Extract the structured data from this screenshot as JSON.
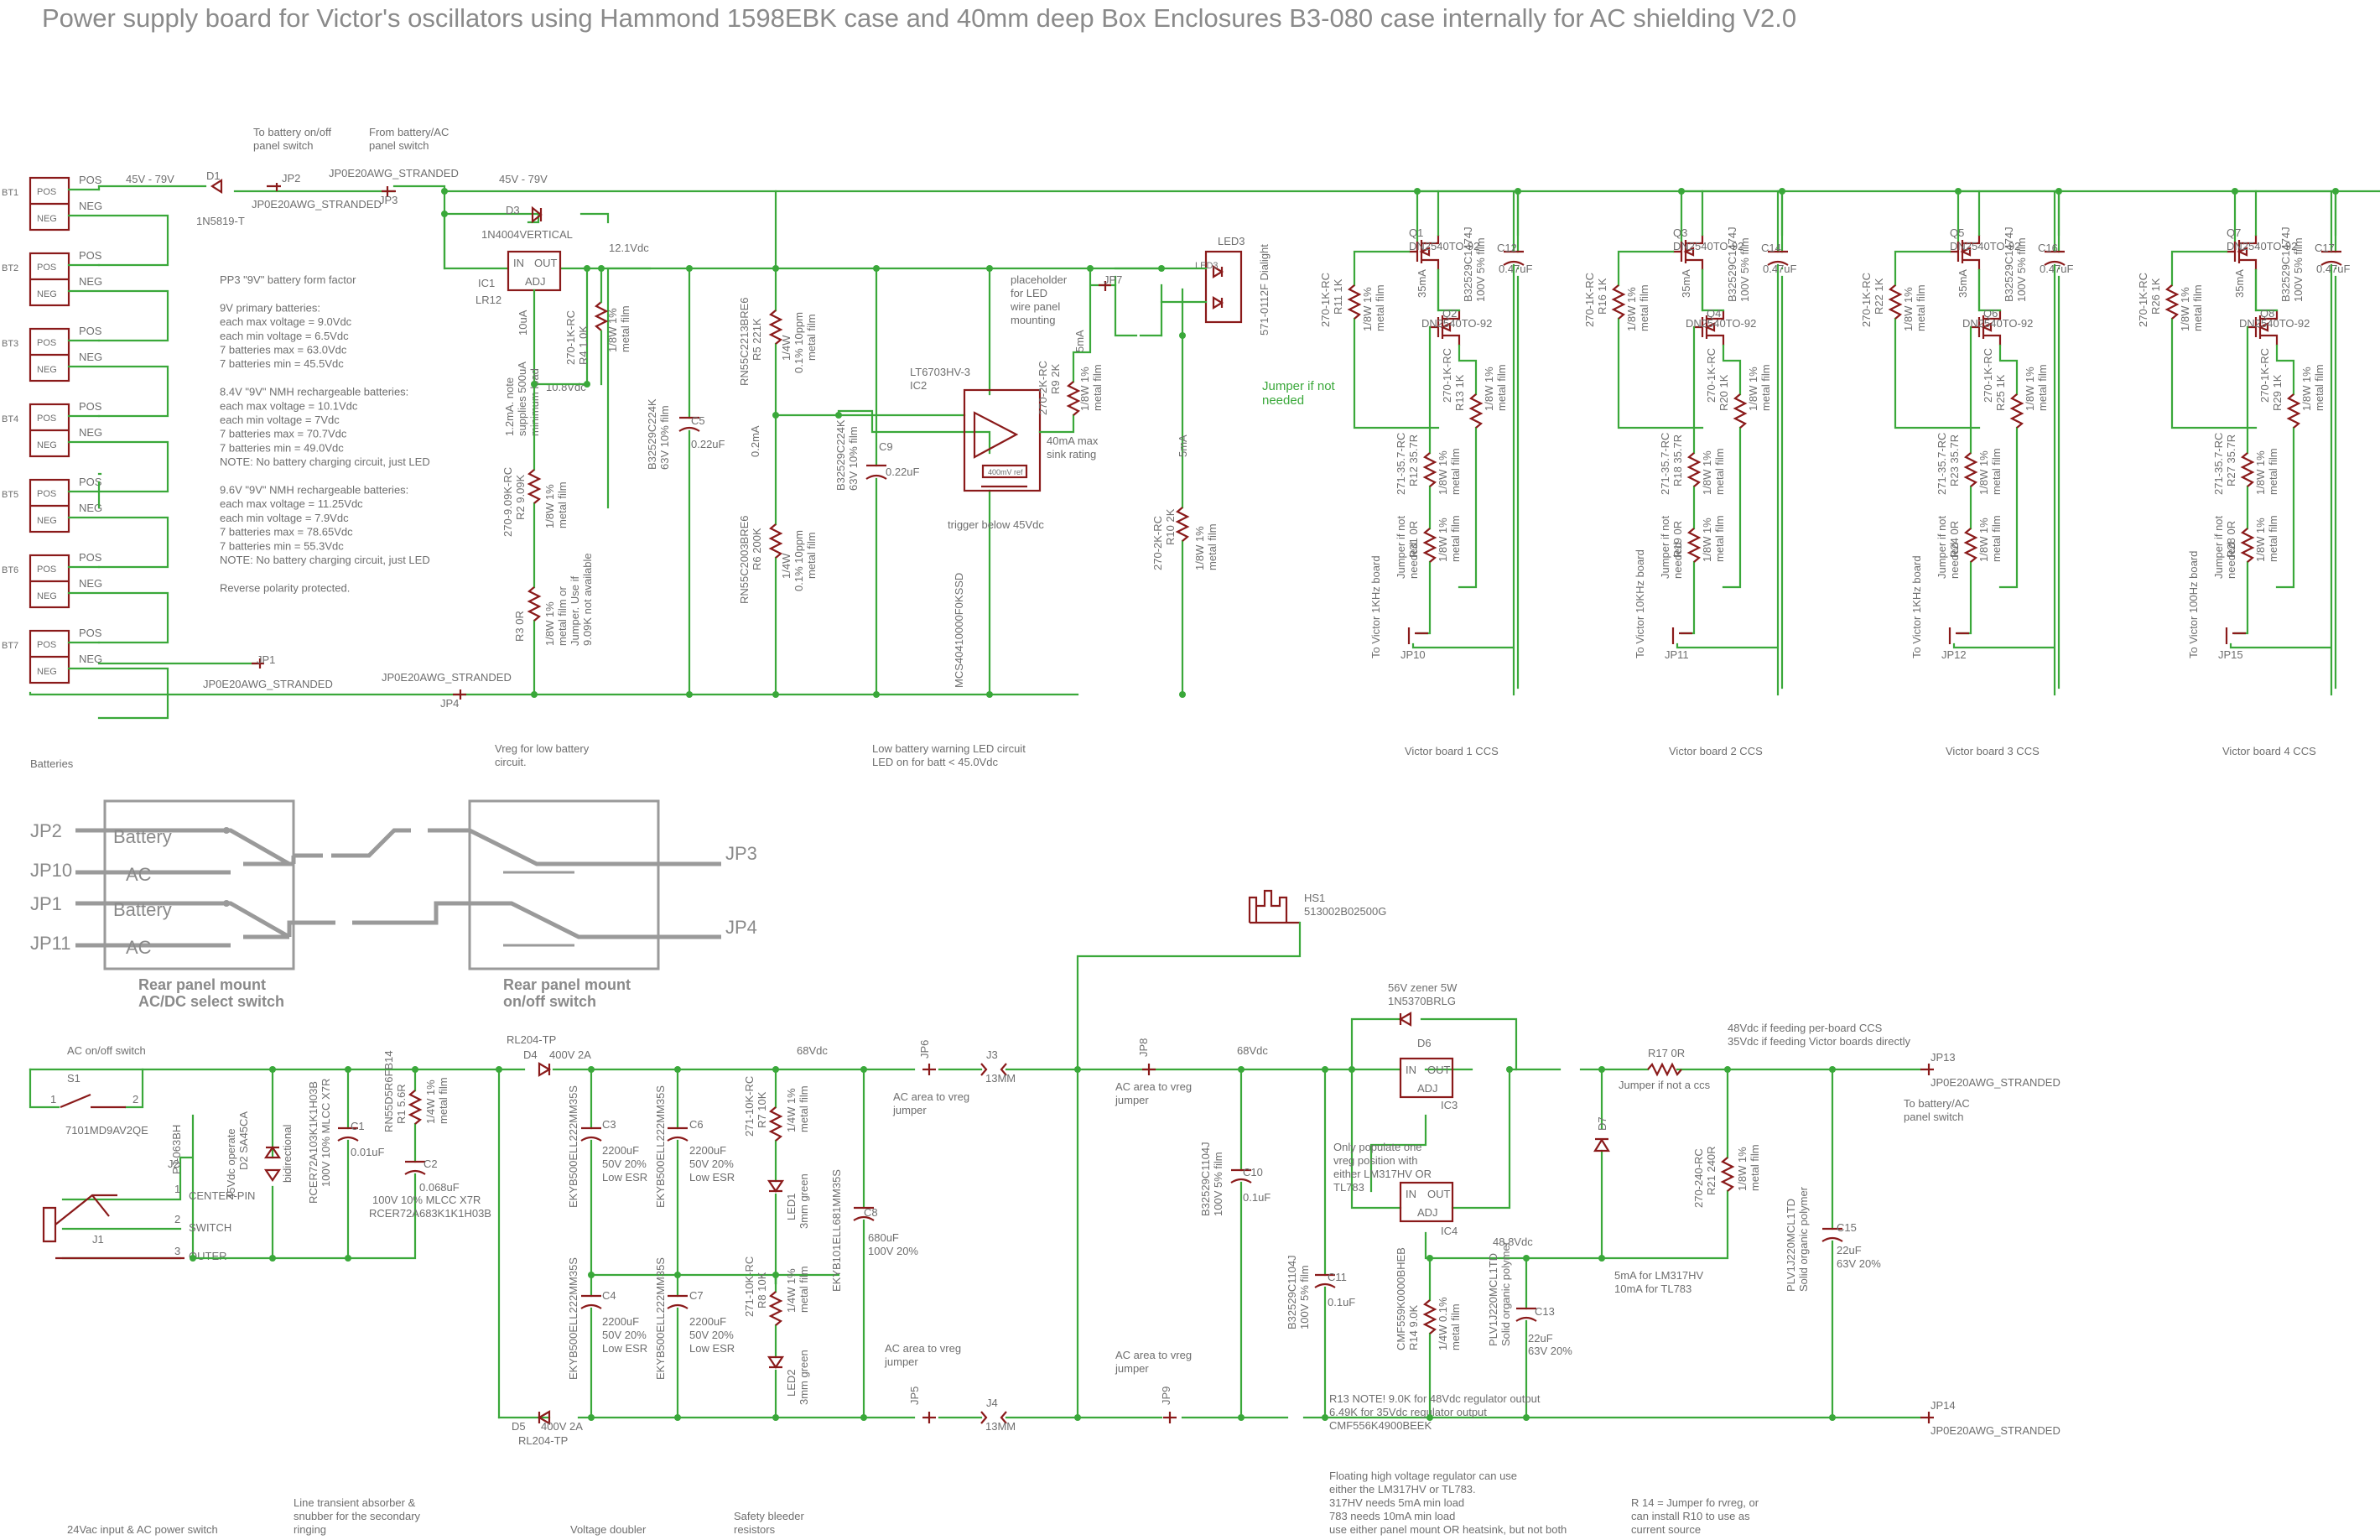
{
  "title": "Power supply board for Victor's oscillators using Hammond 1598EBK case and 40mm deep Box Enclosures B3-080 case internally for AC shielding V2.0",
  "batteries": {
    "refs": [
      "BT1",
      "BT2",
      "BT3",
      "BT4",
      "BT5",
      "BT6",
      "BT7"
    ],
    "pos": "POS",
    "neg": "NEG",
    "section": "Batteries"
  },
  "top_labels": {
    "range1": "45V - 79V",
    "range2": "45V - 79V",
    "d1": "D1",
    "d1_part": "1N5819-T",
    "jp2": "JP2",
    "jp_stranded_a": "JP0E20AWG_STRANDED",
    "jp3": "JP3",
    "jp_stranded_b": "JP0E20AWG_STRANDED",
    "to_switch": [
      "To battery on/off",
      "panel switch"
    ],
    "from_batt": [
      "From battery/AC",
      "panel switch"
    ],
    "d3": "D3",
    "d3_part": "1N4004VERTICAL",
    "v121": "12.1Vdc",
    "ic1": "IC1",
    "ic1_part": "LR12",
    "ic1_in": "IN",
    "ic1_out": "OUT",
    "ic1_adj": "ADJ",
    "ic1_10ua": "10uA",
    "v108": "10.8Vdc",
    "r4": [
      "270-1K-RC",
      "R4 1.0K"
    ],
    "r4_rating": [
      "1/8W 1%",
      "metal film"
    ],
    "min_load": [
      "1.2mA. note",
      "supplies 500uA",
      "minimum load"
    ],
    "r2": [
      "270-9.09K-RC",
      "R2 9.09K"
    ],
    "r2_rating": [
      "1/8W 1%",
      "metal film"
    ],
    "r3": "R3 0R",
    "r3_note": [
      "1/8W 1%",
      "metal film or",
      "Jumper. Use if",
      "9.09K not available"
    ],
    "jp1": "JP1",
    "jp1_part": "JP0E20AWG_STRANDED",
    "jp4": "JP4",
    "jp4_part": "JP0E20AWG_STRANDED",
    "c5": "C5",
    "c5_val": "0.22uF",
    "c5_part": [
      "B32529C224K",
      "63V 10% film"
    ],
    "vreg_caption": [
      "Vreg for low battery",
      "circuit."
    ]
  },
  "battery_notes": [
    "PP3 \"9V\" battery form factor",
    "",
    "9V primary batteries:",
    "each max voltage = 9.0Vdc",
    "each min voltage = 6.5Vdc",
    "7 batteries max = 63.0Vdc",
    "7 batteries min = 45.5Vdc",
    "",
    "8.4V \"9V\" NMH rechargeable batteries:",
    "each max voltage = 10.1Vdc",
    "each min voltage = 7Vdc",
    "7 batteries max = 70.7Vdc",
    "7 batteries min = 49.0Vdc",
    "NOTE: No battery charging circuit, just LED",
    "",
    "9.6V \"9V\" NMH rechargeable batteries:",
    "each max voltage = 11.25Vdc",
    "each min voltage = 7.9Vdc",
    "7 batteries max = 78.65Vdc",
    "7 batteries min = 55.3Vdc",
    "NOTE: No battery charging circuit, just LED",
    "",
    "Reverse polarity protected."
  ],
  "led_circuit": {
    "r5": [
      "RN55C2213BRE6",
      "R5 221K"
    ],
    "r5_rating": [
      "1/4W",
      "0.1% 10ppm",
      "metal film"
    ],
    "r6": [
      "RN55C2003BRE6",
      "R6 200K"
    ],
    "r6_rating": [
      "1/4W",
      "0.1% 10ppm",
      "metal film"
    ],
    "i02": "0.2mA",
    "c9": "C9",
    "c9_val": "0.22uF",
    "c9_part": [
      "B32529C224K",
      "63V 10% film"
    ],
    "ic2": "IC2",
    "ic2_part": "LT6703HV-3",
    "ic2_ref": "400mV ref",
    "ic2_part2": "MCS40410000F0KSSD",
    "trigger": "trigger below 45Vdc",
    "sink": [
      "40mA max",
      "sink rating"
    ],
    "r9": [
      "270-2K-RC",
      "R9 2K"
    ],
    "r9_rating": [
      "1/8W 1%",
      "metal film"
    ],
    "i5ma": "5mA",
    "jp7": "JP7",
    "placeholder": [
      "placeholder",
      "for LED",
      "wire panel",
      "mounting"
    ],
    "led3": "LED3",
    "led3_part": "571-0112F Dialight",
    "jumper_note": [
      "Jumper if not",
      "needed"
    ],
    "r10": [
      "270-2K-RC",
      "R10 2K"
    ],
    "r10_rating": [
      "1/8W 1%",
      "metal film"
    ],
    "i5ma_b": "5mA",
    "caption": [
      "Low battery warning LED circuit",
      "LED on for batt < 45.0Vdc"
    ]
  },
  "victor_boards": [
    {
      "q1": "Q1",
      "q1p": "DN2540TO-92",
      "q2": "Q2",
      "q2p": "DN2540TO-92",
      "cap": "C12",
      "capv": "0.47uF",
      "capp": [
        "B32529C1474J",
        "100V 5% film"
      ],
      "ra": [
        "270-1K-RC",
        "R11 1K"
      ],
      "rb": [
        "270-1K-RC",
        "R13 1K"
      ],
      "rc": [
        "271-35.7-RC",
        "R12 35.7R"
      ],
      "rd": "R31 0R",
      "jp": "JP10",
      "to": "To Victor 1KHz board",
      "cur": "35mA",
      "caption": "Victor board 1 CCS"
    },
    {
      "q1": "Q3",
      "q1p": "DN2540TO-92",
      "q2": "Q4",
      "q2p": "DN2540TO-92",
      "cap": "C14",
      "capv": "0.47uF",
      "capp": [
        "B32529C1474J",
        "100V 5% film"
      ],
      "ra": [
        "270-1K-RC",
        "R16 1K"
      ],
      "rb": [
        "270-1K-RC",
        "R20 1K"
      ],
      "rc": [
        "271-35.7-RC",
        "R18 35.7R"
      ],
      "rd": "R19 0R",
      "jp": "JP11",
      "to": "To Victor 10KHz board",
      "cur": "35mA",
      "caption": "Victor board 2 CCS"
    },
    {
      "q1": "Q5",
      "q1p": "DN2540TO-92",
      "q2": "Q6",
      "q2p": "DN2540TO-92",
      "cap": "C16",
      "capv": "0.47uF",
      "capp": [
        "B32529C1474J",
        "100V 5% film"
      ],
      "ra": [
        "270-1K-RC",
        "R22 1K"
      ],
      "rb": [
        "270-1K-RC",
        "R25 1K"
      ],
      "rc": [
        "271-35.7-RC",
        "R23 35.7R"
      ],
      "rd": "R24 0R",
      "jp": "JP12",
      "to": "To Victor 1KHz board",
      "cur": "35mA",
      "caption": "Victor board 3 CCS"
    },
    {
      "q1": "Q7",
      "q1p": "DN2540TO-92",
      "q2": "Q8",
      "q2p": "DN2540TO-92",
      "cap": "C17",
      "capv": "0.47uF",
      "capp": [
        "B32529C1474J",
        "100V 5% film"
      ],
      "ra": [
        "270-1K-RC",
        "R26 1K"
      ],
      "rb": [
        "270-1K-RC",
        "R29 1K"
      ],
      "rc": [
        "271-35.7-RC",
        "R27 35.7R"
      ],
      "rd": "R28 0R",
      "jp": "JP15",
      "to": "To Victor 100Hz board",
      "cur": "35mA",
      "caption": "Victor board 4 CCS"
    }
  ],
  "resistor_rating": [
    "1/8W 1%",
    "metal film"
  ],
  "jumper_if_not": [
    "Jumper if not",
    "needed"
  ],
  "switch_diagram": {
    "jp2": "JP2",
    "jp10": "JP10",
    "jp1": "JP1",
    "jp11": "JP11",
    "jp3": "JP3",
    "jp4": "JP4",
    "battery": "Battery",
    "ac": "AC",
    "left_caption": [
      "Rear panel mount",
      "AC/DC select switch"
    ],
    "right_caption": [
      "Rear panel mount",
      "on/off switch"
    ]
  },
  "hs1": {
    "ref": "HS1",
    "part": "513002B02500G"
  },
  "lower": {
    "ac_switch": "AC on/off switch",
    "s1": "S1",
    "s1_part": "7101MD9AV2QE",
    "pin1": "1",
    "pin2": "2",
    "pin3": "3",
    "j1": "J1",
    "j2": "J2",
    "j2_part": "PJ-063BH",
    "center": "CENTER-PIN",
    "switch": "SWITCH",
    "outer": "OUTER",
    "d2": [
      "45Vdc operate",
      "D2 SA45CA"
    ],
    "bidir": "bidirectional",
    "c1": "C1",
    "c1_val": "0.01uF",
    "c1_part": [
      "RCER72A103K1K1H03B",
      "100V 10% MLCC X7R"
    ],
    "r1": [
      "RN55D5R6FB14",
      "R1 5.6R"
    ],
    "r1_rating": [
      "1/4W 1%",
      "metal film"
    ],
    "c2": "C2",
    "c2_val": "0.068uF",
    "c2_part": [
      "100V 10% MLCC X7R",
      "RCER72A683K1K1H03B"
    ],
    "d4": "D4",
    "d4_part": "RL204-TP",
    "d4_rating": "400V 2A",
    "d5": "D5",
    "d5_part": "RL204-TP",
    "d5_rating": "400V 2A",
    "v68": "68Vdc",
    "c3": "C3",
    "c4": "C4",
    "c6": "C6",
    "c7": "C7",
    "cap2200": "2200uF",
    "cap_rating": "50V 20%",
    "lowesr": "Low ESR",
    "ekyb": "EKYB500ELL222MM35S",
    "r7": [
      "271-10K-RC",
      "R7 10K"
    ],
    "r8": [
      "271-10K-RC",
      "R8 10K"
    ],
    "r_rating": [
      "1/4W 1%",
      "metal film"
    ],
    "led1": "LED1",
    "led2": "LED2",
    "led_color": "3mm green",
    "c8": "C8",
    "c8_val": "680uF",
    "c8_rating": "100V 20%",
    "c8_part": "EKYB101ELL681MM35S",
    "jp5": "JP5",
    "jp6": "JP6",
    "jp8": "JP8",
    "jp9": "JP9",
    "j3": "J3",
    "j4": "J4",
    "jmm": "13MM",
    "ac_vreg": [
      "AC area to vreg",
      "jumper"
    ],
    "v68b": "68Vdc",
    "c10": "C10",
    "c10_val": "0.1uF",
    "c10_part": [
      "B32529C1104J",
      "100V 5% film"
    ],
    "c11": "C11",
    "c11_val": "0.1uF",
    "c11_part": [
      "B32529C1104J",
      "100V 5% film"
    ],
    "d6": "D6",
    "d6_part": [
      "56V zener 5W",
      "1N5370BRLG"
    ],
    "ic3": "IC3",
    "ic4": "IC4",
    "ic_in": "IN",
    "ic_out": "OUT",
    "ic_adj": "ADJ",
    "populate": [
      "Only populate one",
      "vreg position with",
      "either LM317HV OR",
      "TL783"
    ],
    "v488": "48.8Vdc",
    "r14": [
      "CMF559K0000BHEB",
      "R14 9.0K"
    ],
    "r14_rating": [
      "1/4W 0.1%",
      "metal film"
    ],
    "c13": "C13",
    "c13_val": "22uF",
    "c13_rating": "63V 20%",
    "c13_part": [
      "PLV1J220MCL1TD",
      "Solid organic polymer"
    ],
    "d7": "D7",
    "r17": "R17 0R",
    "jumper_ccs": "Jumper if not a ccs",
    "r21": [
      "270-240-RC",
      "R21 240R"
    ],
    "r21_rating": [
      "1/8W 1%",
      "metal film"
    ],
    "load_note": [
      "5mA for LM317HV",
      "10mA for TL783"
    ],
    "c15": "C15",
    "c15_val": "22uF",
    "c15_rating": "63V 20%",
    "c15_part": [
      "PLV1J220MCL1TD",
      "Solid organic polymer"
    ],
    "jp13": "JP13",
    "jp13_part": "JP0E20AWG_STRANDED",
    "jp14": "JP14",
    "jp14_part": "JP0E20AWG_STRANDED",
    "to_batt": [
      "To battery/AC",
      "panel switch"
    ],
    "v_note": [
      "48Vdc if feeding per-board CCS",
      "35Vdc if feeding Victor boards directly"
    ],
    "r13_note": [
      "R13 NOTE! 9.0K for 48Vdc regulator output",
      "6.49K for 35Vdc regulator output",
      "CMF556K4900BEEK"
    ],
    "float_note": [
      "Floating high voltage regulator can use",
      "either the LM317HV or TL783.",
      "317HV needs 5mA min load",
      "783 needs 10mA min load",
      "use either panel mount OR heatsink, but not both"
    ],
    "r14_note": [
      "R 14 = Jumper fo rvreg, or",
      "can install R10 to use as",
      "current source"
    ],
    "captions": {
      "input": "24Vac input & AC power switch",
      "snubber": [
        "Line transient absorber &",
        "snubber for the secondary",
        "ringing"
      ],
      "doubler": "Voltage doubler",
      "bleeder": [
        "Safety bleeder",
        "resistors"
      ]
    }
  }
}
